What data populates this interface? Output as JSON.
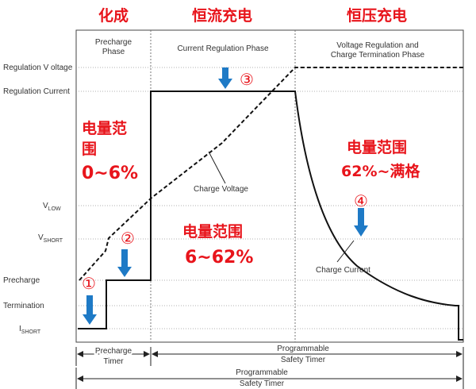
{
  "header": {
    "phase1_cn": "化成",
    "phase2_cn": "恒流充电",
    "phase3_cn": "恒压充电"
  },
  "phases": {
    "precharge": [
      "Precharge",
      "Phase"
    ],
    "current": "Current Regulation Phase",
    "voltage": [
      "Voltage Regulation and",
      "Charge Termination Phase"
    ]
  },
  "y_labels": {
    "reg_voltage": "Regulation V oltage",
    "reg_current": "Regulation Current",
    "vlow_main": "V",
    "vlow_sub": "LOW",
    "vshort_main": "V",
    "vshort_sub": "SHORT",
    "precharge": "Precharge",
    "termination": "Termination",
    "ishort_main": "I",
    "ishort_sub": "SHORT"
  },
  "annotations": {
    "range1_line1": "电量范",
    "range1_line2": "围",
    "range1_value": "0~6%",
    "range2_line1": "电量范围",
    "range2_value": "6~62%",
    "range3_line1": "电量范围",
    "range3_value": "62%~满格",
    "marker1": "①",
    "marker2": "②",
    "marker3": "③",
    "marker4": "④",
    "charge_voltage": "Charge Voltage",
    "charge_current": "Charge Current"
  },
  "timers": {
    "precharge": [
      "Precharge",
      "Timer"
    ],
    "safety1": [
      "Programmable",
      "Safety Timer"
    ],
    "safety2": [
      "Programmable",
      "Safety Timer"
    ]
  },
  "colors": {
    "accent_red": "#e8141b",
    "arrow_blue": "#1e7ac6",
    "line": "#111111"
  }
}
